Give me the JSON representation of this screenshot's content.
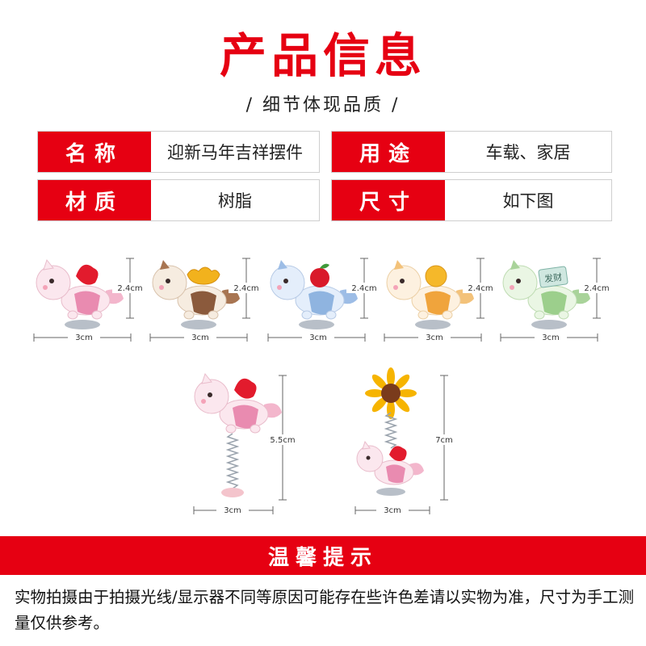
{
  "header": {
    "title": "产品信息",
    "subtitle": "/  细节体现品质  /"
  },
  "spec_table": [
    {
      "label": "名称",
      "value": "迎新马年吉祥摆件"
    },
    {
      "label": "用途",
      "value": "车载、家居"
    },
    {
      "label": "材质",
      "value": "树脂"
    },
    {
      "label": "尺寸",
      "value": "如下图"
    }
  ],
  "products_row1": [
    {
      "decoration": "red-gift-bag",
      "saddle_color": "#e98bb0",
      "body_color": "#fbe7ee",
      "height": "2.4cm",
      "width": "3cm"
    },
    {
      "decoration": "gold-ingot",
      "saddle_color": "#8b5a3c",
      "body_color": "#f6ece0",
      "height": "2.4cm",
      "width": "3cm"
    },
    {
      "decoration": "red-apple",
      "saddle_color": "#8fb4e0",
      "body_color": "#e4eefb",
      "height": "2.4cm",
      "width": "3cm"
    },
    {
      "decoration": "gold-coin",
      "saddle_color": "#f0a43c",
      "body_color": "#fdf1e0",
      "height": "2.4cm",
      "width": "3cm"
    },
    {
      "decoration": "fa-cai-sign",
      "saddle_color": "#9ccf8c",
      "body_color": "#eaf6e4",
      "height": "2.4cm",
      "width": "3cm",
      "sign_text": "发财"
    }
  ],
  "products_row2": [
    {
      "variant": "spring-stand",
      "height": "5.5cm",
      "width": "3cm"
    },
    {
      "variant": "sunflower",
      "height": "7cm",
      "width": "3cm"
    }
  ],
  "notice": {
    "title": "温馨提示",
    "text": "实物拍摄由于拍摄光线/显示器不同等原因可能存在些许色差请以实物为准，尺寸为手工测量仅供参考。"
  },
  "colors": {
    "accent": "#e60012",
    "accent_dark": "#c4000e"
  }
}
